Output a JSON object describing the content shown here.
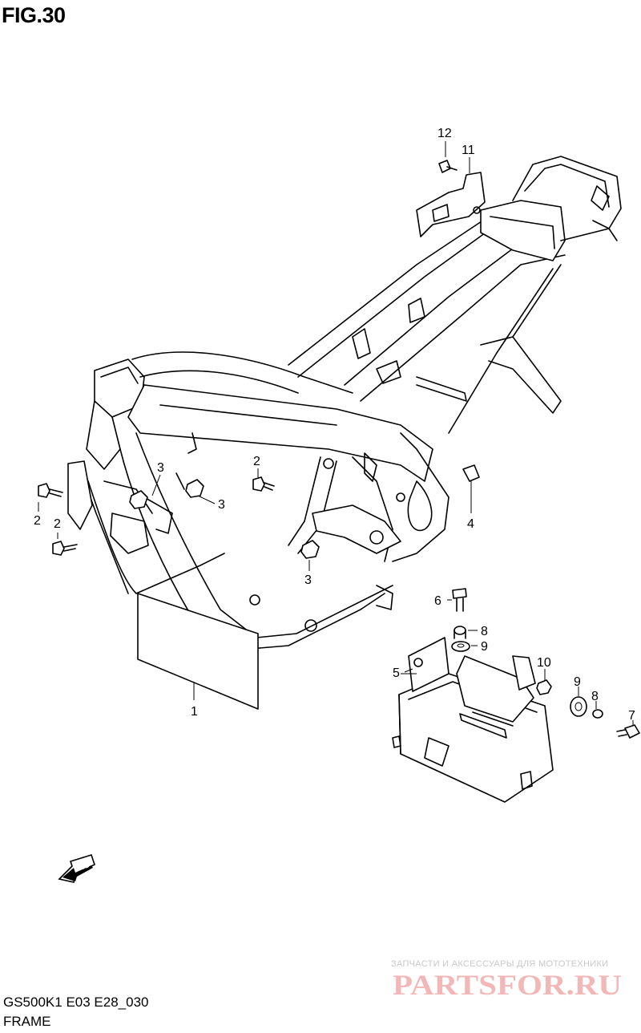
{
  "figure": {
    "title": "FIG.30"
  },
  "callouts": [
    {
      "id": "c1",
      "num": "1"
    },
    {
      "id": "c2a",
      "num": "2"
    },
    {
      "id": "c2b",
      "num": "2"
    },
    {
      "id": "c2c",
      "num": "2"
    },
    {
      "id": "c3a",
      "num": "3"
    },
    {
      "id": "c3b",
      "num": "3"
    },
    {
      "id": "c3c",
      "num": "3"
    },
    {
      "id": "c4",
      "num": "4"
    },
    {
      "id": "c5",
      "num": "5"
    },
    {
      "id": "c6",
      "num": "6"
    },
    {
      "id": "c7",
      "num": "7"
    },
    {
      "id": "c8a",
      "num": "8"
    },
    {
      "id": "c8b",
      "num": "8"
    },
    {
      "id": "c9a",
      "num": "9"
    },
    {
      "id": "c9b",
      "num": "9"
    },
    {
      "id": "c10",
      "num": "10"
    },
    {
      "id": "c11",
      "num": "11"
    },
    {
      "id": "c12",
      "num": "12"
    }
  ],
  "fwd_label": "FWD",
  "footer": {
    "model_code": "GS500K1 E03 E28_030",
    "section_name": "FRAME"
  },
  "watermark": {
    "tagline": "ЗАПЧАСТИ И АКСЕССУАРЫ ДЛЯ МОТОТЕХНИКИ",
    "brand": "PARTSFOR.RU",
    "color": "#f2b8b8"
  }
}
